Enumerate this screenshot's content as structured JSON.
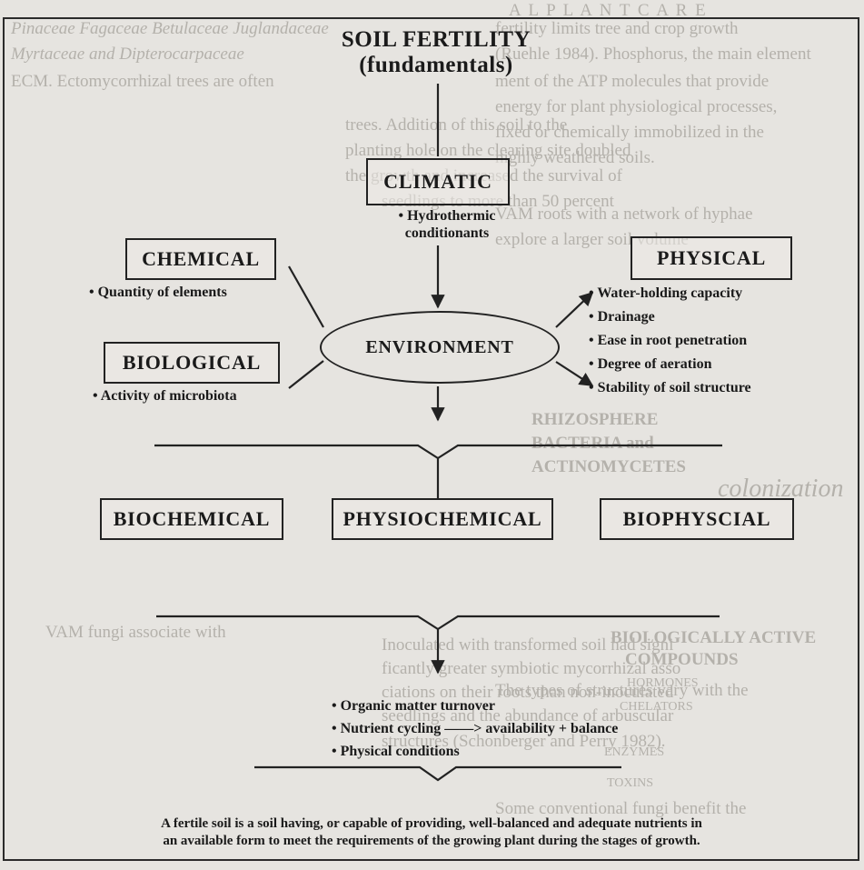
{
  "diagram": {
    "title_line1": "SOIL FERTILITY",
    "title_line2": "(fundamentals)",
    "climatic": {
      "label": "CLIMATIC",
      "sub_line1": "• Hydrothermic",
      "sub_line2": "conditionants"
    },
    "chemical": {
      "label": "CHEMICAL",
      "item": "• Quantity of elements"
    },
    "biological": {
      "label": "BIOLOGICAL",
      "item": "• Activity of microbiota"
    },
    "physical": {
      "label": "PHYSICAL",
      "items": [
        "• Water-holding capacity",
        "• Drainage",
        "• Ease in root penetration",
        "• Degree of aeration",
        "• Stability of soil structure"
      ]
    },
    "environment": "ENVIRONMENT",
    "row2": [
      "BIOCHEMICAL",
      "PHYSIOCHEMICAL",
      "BIOPHYSCIAL"
    ],
    "processes": [
      "• Organic matter turnover",
      "• Nutrient cycling ——> availability + balance",
      "• Physical conditions"
    ],
    "definition_line1": "A fertile soil is a soil having, or capable of providing, well-balanced and adequate nutrients in",
    "definition_line2": "an available form to meet the requirements of the growing plant during the stages of growth."
  },
  "background_text": {
    "header": "A L   P L A N T   C A R E",
    "lines": [
      "Pinaceae Fagaceae Betulaceae Juglandaceae",
      "Myrtaceae and Dipterocarpaceae",
      "ECM. Ectomycorrhizal trees are often",
      "trees. Addition of this soil to the",
      "planting hole on the clearing site doubled",
      "the growth and increased the survival of",
      "seedlings to more than 50 percent",
      "fertility limits tree and crop growth",
      "(Ruehle 1984). Phosphorus, the main element",
      "ment of the ATP molecules that provide",
      "energy for plant physiological processes,",
      "fixed or chemically immobilized in the",
      "highly weathered soils.",
      "VAM roots with a network of hyphae",
      "explore a larger soil volume",
      "RHIZOSPHERE",
      "BACTERIA and",
      "ACTINOMYCETES",
      "BIOLOGICALLY ACTIVE",
      "COMPOUNDS",
      "HORMONES",
      "CHELATORS",
      "ENZYMES",
      "TOXINS",
      "VAM fungi associate with",
      "The types of structures vary with the",
      "Inoculated with transformed soil had signi",
      "ficantly greater symbiotic mycorrhizal asso",
      "ciations on their roots than non-inoculated",
      "seedlings and the abundance of arbuscular",
      "structures (Schonberger and Perry 1982).",
      "colonization",
      "Some conventional fungi benefit the"
    ]
  }
}
